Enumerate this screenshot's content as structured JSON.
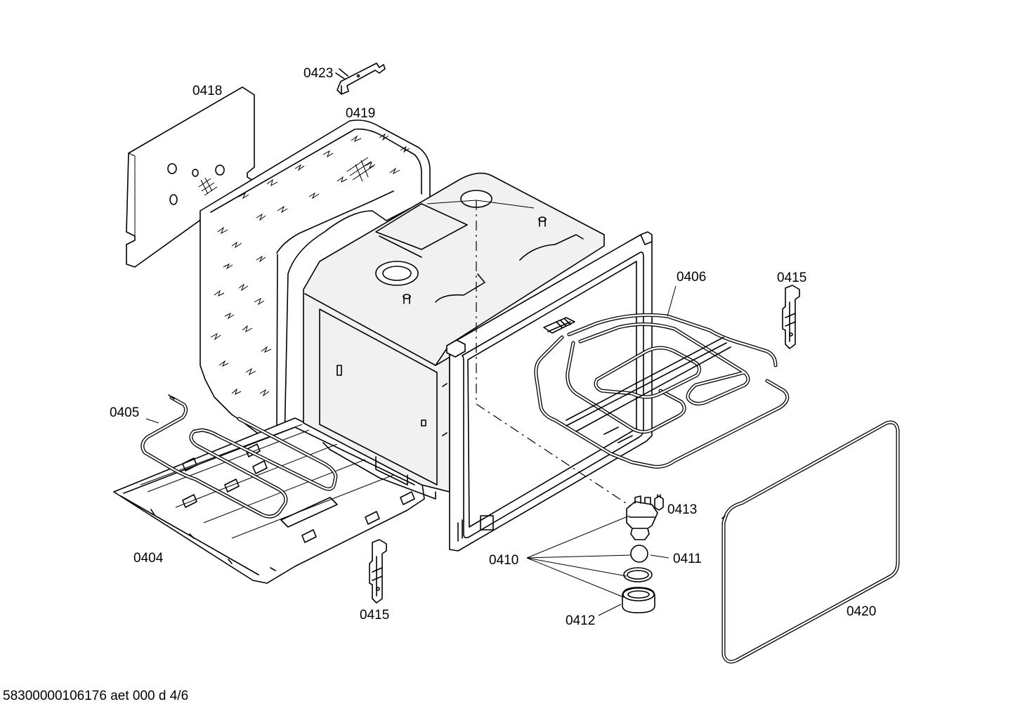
{
  "callouts": {
    "c0418": "0418",
    "c0423": "0423",
    "c0419": "0419",
    "c0406": "0406",
    "c0415_right": "0415",
    "c0405": "0405",
    "c0404": "0404",
    "c0415_bottom": "0415",
    "c0413": "0413",
    "c0410": "0410",
    "c0411": "0411",
    "c0412": "0412",
    "c0420": "0420"
  },
  "footer": {
    "doc_id": "58300000106176 aet 000 d 4/6"
  }
}
